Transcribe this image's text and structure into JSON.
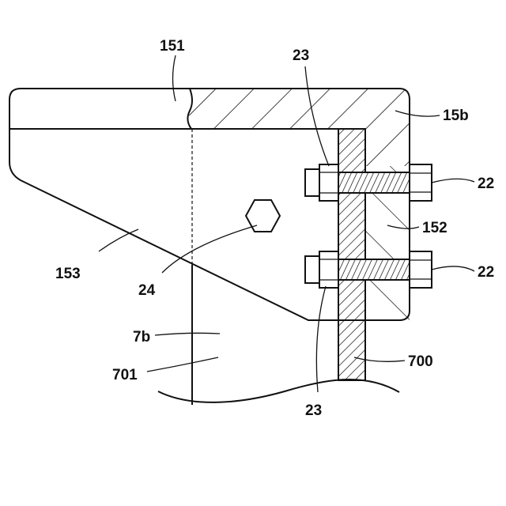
{
  "figure": {
    "labels": {
      "part_151": "151",
      "part_15b": "15b",
      "part_152": "152",
      "part_153": "153",
      "bolt_22_upper": "22",
      "bolt_22_lower": "22",
      "nut_23_upper": "23",
      "nut_23_lower": "23",
      "nut_24": "24",
      "part_7b": "7b",
      "part_701": "701",
      "plate_700": "700"
    }
  }
}
